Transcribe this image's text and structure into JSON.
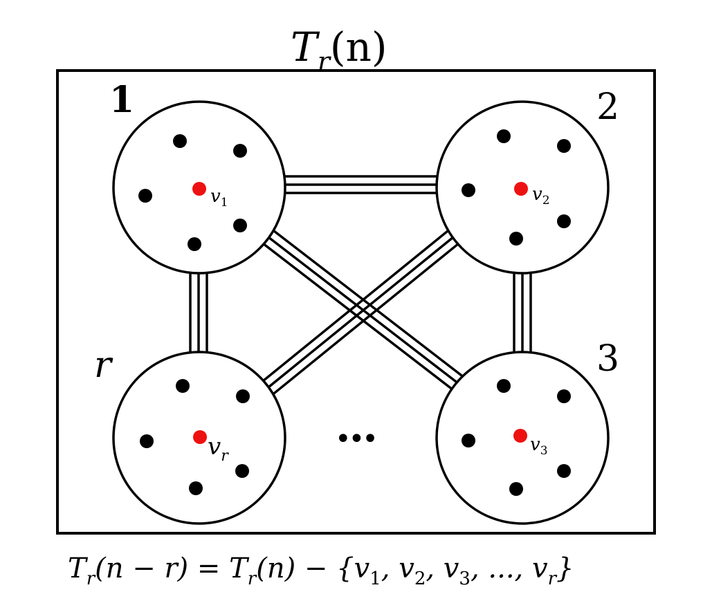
{
  "diagram": {
    "title": {
      "main": "T",
      "sub": "r",
      "rest": "(n)"
    },
    "labels": {
      "part1": "1",
      "part2": "2",
      "part3": "3",
      "partR": "r",
      "ellipsis": "•••"
    },
    "vertices": {
      "v1": {
        "base": "v",
        "sub": "1"
      },
      "v2": {
        "base": "v",
        "sub": "2"
      },
      "v3": {
        "base": "v",
        "sub": "3"
      },
      "vr": {
        "base": "v",
        "sub": "r"
      }
    },
    "caption": {
      "lhs_T": "T",
      "lhs_sub": "r",
      "lhs_rest": "(n − r) = ",
      "rhs_T": "T",
      "rhs_sub": "r",
      "rhs_rest": "(n) − {",
      "v1": "v",
      "v1_sub": "1",
      "sep1": ", ",
      "v2": "v",
      "v2_sub": "2",
      "sep2": ", ",
      "v3": "v",
      "v3_sub": "3",
      "sep3": ", ..., ",
      "vr": "v",
      "vr_sub": "r",
      "close": "}"
    },
    "colors": {
      "highlight_vertex": "#ee1111",
      "vertex": "#000000",
      "stroke": "#000000"
    }
  }
}
